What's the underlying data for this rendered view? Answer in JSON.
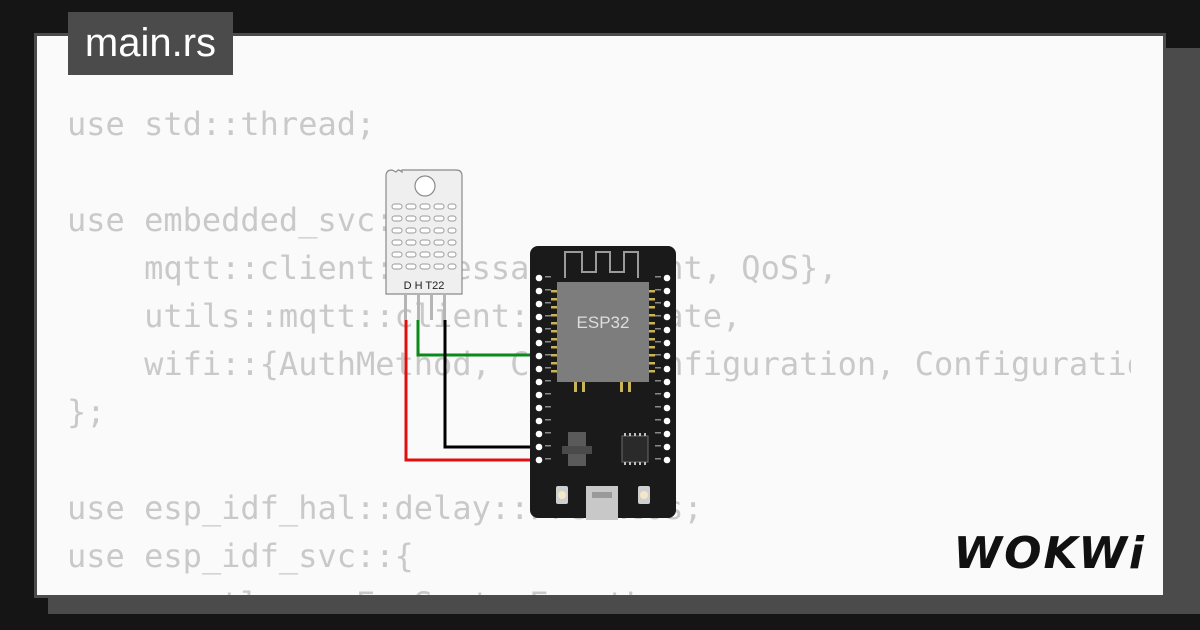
{
  "file_tab": {
    "label": "main.rs"
  },
  "code_lines": [
    "use std::thread;",
    "",
    "use embedded_svc::{",
    "    mqtt::client::{Message, Event, QoS},",
    "    utils::mqtt::client::ConnState,",
    "    wifi::{AuthMethod, ClientConfiguration, Configuration},",
    "};",
    "",
    "use esp_idf_hal::delay::FreeRtos;",
    "use esp_idf_svc::{",
    "    eventloop::EspSystemEventLoop,"
  ],
  "sensor": {
    "label": "D H T22"
  },
  "board": {
    "label": "ESP32"
  },
  "logo": {
    "text": "WOKWi"
  },
  "colors": {
    "background": "#151515",
    "card": "#fafafa",
    "frame": "#4b4b4b",
    "code_text": "#c9c9c9",
    "wire_signal": "#0a8a1a",
    "wire_ground": "#000000",
    "wire_power": "#e01010"
  },
  "icons": {
    "logo": "wokwi-logo",
    "sensor": "dht22-sensor",
    "board": "esp32-devkit"
  }
}
